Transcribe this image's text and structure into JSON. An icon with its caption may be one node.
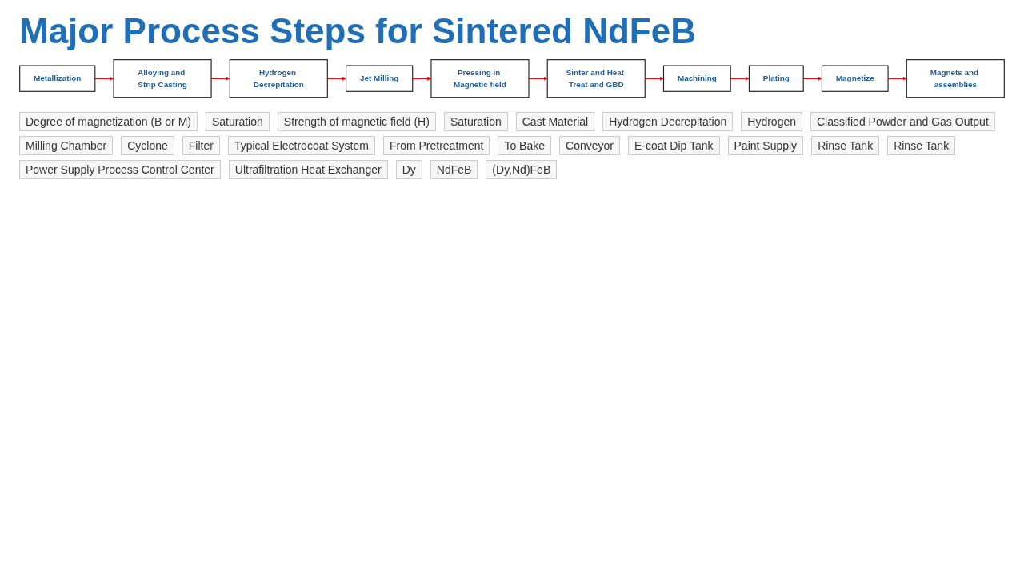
{
  "diagram": {
    "title": "Major Process Steps for Sintered NdFeB",
    "nodes": [
      {
        "text": [
          "Metallization"
        ]
      },
      {
        "text": [
          "Alloying and Strip Casting"
        ]
      },
      {
        "text": [
          "Hydrogen Decrepitation"
        ]
      },
      {
        "text": [
          "Jet Milling"
        ]
      },
      {
        "text": [
          "Pressing in Magnetic field"
        ]
      },
      {
        "text": [
          "Sinter and Heat Treat and GBD"
        ]
      },
      {
        "text": [
          "Machining"
        ]
      },
      {
        "text": [
          "Plating"
        ]
      },
      {
        "text": [
          "Magnetize"
        ]
      },
      {
        "text": [
          "Magnets and assemblies"
        ]
      }
    ],
    "edges": [
      {
        "from": 0,
        "to": 1,
        "arrow": "to"
      },
      {
        "from": 1,
        "to": 2,
        "arrow": "to"
      },
      {
        "from": 2,
        "to": 3,
        "arrow": "to"
      },
      {
        "from": 3,
        "to": 4,
        "arrow": "to"
      },
      {
        "from": 4,
        "to": 5,
        "arrow": "to"
      },
      {
        "from": 5,
        "to": 6,
        "arrow": "to"
      },
      {
        "from": 6,
        "to": 7,
        "arrow": "to"
      },
      {
        "from": 7,
        "to": 8,
        "arrow": "to"
      },
      {
        "from": 8,
        "to": 9,
        "arrow": "to"
      }
    ],
    "labels": [
      "Degree of magnetization (B or M)",
      "Saturation",
      "Strength of magnetic field (H)",
      "Saturation",
      "Cast Material",
      "Hydrogen Decrepitation",
      "Hydrogen",
      "Classified Powder and Gas Output",
      "Milling Chamber",
      "Cyclone",
      "Filter",
      "Typical Electrocoat System",
      "From Pretreatment",
      "To Bake",
      "Conveyor",
      "E-coat Dip Tank",
      "Paint Supply",
      "Rinse Tank",
      "Rinse Tank",
      "Power Supply Process Control Center",
      "Ultrafiltration Heat Exchanger",
      "Dy",
      "NdFeB",
      "(Dy,Nd)FeB"
    ]
  }
}
